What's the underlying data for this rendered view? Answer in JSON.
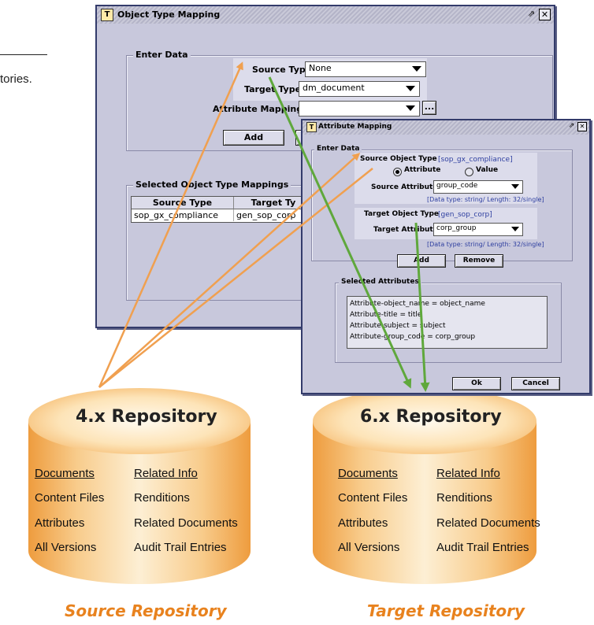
{
  "page_fragment": {
    "text": "tories."
  },
  "object_type_mapping": {
    "title": "Object Type Mapping",
    "enter_data_legend": "Enter Data",
    "source_type_label": "Source Type",
    "source_type_value": "None",
    "target_type_label": "Target Type",
    "target_type_value": "dm_document",
    "attribute_mappings_label": "Attribute Mappings",
    "attribute_mappings_value": "",
    "ellipsis_label": "...",
    "add_label": "Add",
    "selected_legend": "Selected Object Type Mappings",
    "table": {
      "columns": [
        "Source Type",
        "Target Ty"
      ],
      "rows": [
        [
          "sop_gx_compliance",
          "gen_sop_corp"
        ]
      ]
    }
  },
  "attribute_mapping": {
    "title": "Attribute Mapping",
    "enter_data_legend": "Enter Data",
    "source_object_type_label": "Source Object Type",
    "source_object_type_value": "[sop_gx_compliance]",
    "radio_attribute": "Attribute",
    "radio_value": "Value",
    "source_attribute_label": "Source Attribute",
    "source_attribute_value": "group_code",
    "source_data_type": "[Data type: string/ Length: 32/single]",
    "target_object_type_label": "Target Object Type",
    "target_object_type_value": "[gen_sop_corp]",
    "target_attribute_label": "Target Attribute",
    "target_attribute_value": "corp_group",
    "target_data_type": "[Data type: string/ Length: 32/single]",
    "add_label": "Add",
    "remove_label": "Remove",
    "selected_legend": "Selected Attributes",
    "selected_items": [
      "Attribute-object_name = object_name",
      "Attribute-title = title",
      "Attribute-subject = subject",
      "Attribute-group_code = corp_group"
    ],
    "ok_label": "Ok",
    "cancel_label": "Cancel"
  },
  "repositories": {
    "source": {
      "title": "4.x Repository",
      "left_col": [
        "Documents",
        "Content Files",
        "Attributes",
        "All Versions"
      ],
      "right_col": [
        "Related Info",
        "Renditions",
        "Related Documents",
        "Audit Trail Entries"
      ],
      "caption": "Source Repository"
    },
    "target": {
      "title": "6.x Repository",
      "left_col": [
        "Documents",
        "Content Files",
        "Attributes",
        "All Versions"
      ],
      "right_col": [
        "Related Info",
        "Renditions",
        "Related Documents",
        "Audit Trail Entries"
      ],
      "caption": "Target Repository"
    }
  },
  "colors": {
    "source_arrow": "#f0a050",
    "target_arrow": "#5fa83c",
    "cylinder_light": "#fff4dc",
    "cylinder_dark": "#f2ad5a",
    "caption": "#e8821e",
    "window_bg": "#c8c8dc"
  }
}
